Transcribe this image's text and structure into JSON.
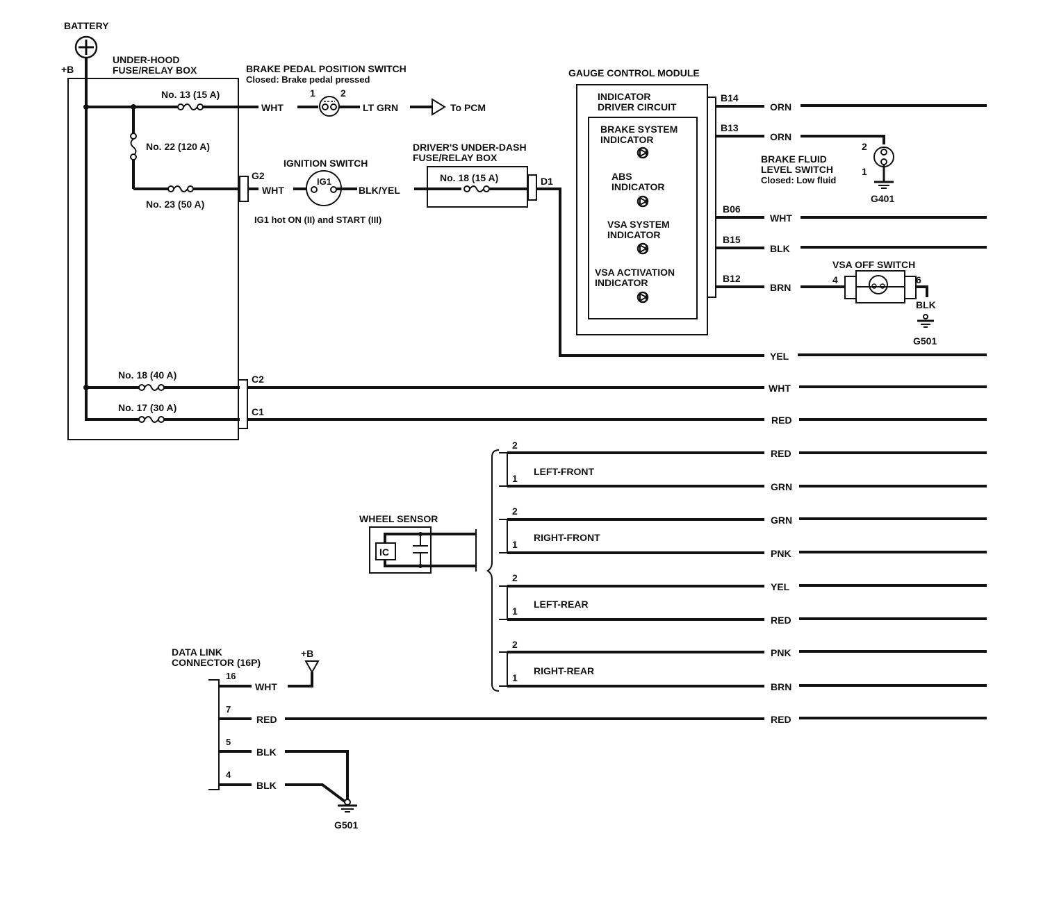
{
  "battery": {
    "label": "BATTERY",
    "plus_b": "+B"
  },
  "underhood_box": {
    "title_line1": "UNDER-HOOD",
    "title_line2": "FUSE/RELAY BOX",
    "fuses": {
      "f13": "No. 13 (15 A)",
      "f22": "No. 22 (120 A)",
      "f23": "No. 23 (50 A)",
      "f18": "No. 18 (40 A)",
      "f17": "No. 17 (30 A)"
    },
    "connectors": {
      "g2": "G2",
      "c2": "C2",
      "c1": "C1"
    }
  },
  "brake_pedal_switch": {
    "title": "BRAKE PEDAL POSITION SWITCH",
    "note": "Closed: Brake pedal pressed",
    "pin1": "1",
    "pin2": "2",
    "wire_in": "WHT",
    "wire_out": "LT GRN",
    "dest": "To PCM"
  },
  "ignition_switch": {
    "title": "IGNITION SWITCH",
    "terminal": "IG1",
    "wire_in": "WHT",
    "wire_out": "BLK/YEL",
    "note": "IG1 hot ON (II) and START (III)"
  },
  "underdash_box": {
    "title_line1": "DRIVER'S UNDER-DASH",
    "title_line2": "FUSE/RELAY BOX",
    "fuse": "No. 18 (15 A)",
    "connector": "D1"
  },
  "gauge_module": {
    "title": "GAUGE CONTROL MODULE",
    "circuit_line1": "INDICATOR",
    "circuit_line2": "DRIVER CIRCUIT",
    "indicators": [
      {
        "line1": "BRAKE SYSTEM",
        "line2": "INDICATOR"
      },
      {
        "line1": "ABS",
        "line2": "INDICATOR"
      },
      {
        "line1": "VSA SYSTEM",
        "line2": "INDICATOR"
      },
      {
        "line1": "VSA ACTIVATION",
        "line2": "INDICATOR"
      }
    ],
    "pins": [
      {
        "pin": "B14",
        "wire": "ORN"
      },
      {
        "pin": "B13",
        "wire": "ORN"
      },
      {
        "pin": "B06",
        "wire": "WHT"
      },
      {
        "pin": "B15",
        "wire": "BLK"
      },
      {
        "pin": "B12",
        "wire": "BRN"
      }
    ]
  },
  "brake_fluid_switch": {
    "line1": "BRAKE FLUID",
    "line2": "LEVEL SWITCH",
    "note": "Closed: Low fluid",
    "pin2": "2",
    "pin1": "1",
    "ground": "G401"
  },
  "vsa_off_switch": {
    "title": "VSA OFF SWITCH",
    "pin4": "4",
    "pin6": "6",
    "wire": "BLK",
    "ground": "G501"
  },
  "trunk_wires": {
    "d1": "YEL",
    "c2": "WHT",
    "c1": "RED"
  },
  "wheel_sensor": {
    "title": "WHEEL SENSOR",
    "ic": "IC",
    "sensors": [
      {
        "name": "LEFT-FRONT",
        "pin2": "2",
        "pin1": "1",
        "wire2": "RED",
        "wire1": "GRN"
      },
      {
        "name": "RIGHT-FRONT",
        "pin2": "2",
        "pin1": "1",
        "wire2": "GRN",
        "wire1": "PNK"
      },
      {
        "name": "LEFT-REAR",
        "pin2": "2",
        "pin1": "1",
        "wire2": "YEL",
        "wire1": "RED"
      },
      {
        "name": "RIGHT-REAR",
        "pin2": "2",
        "pin1": "1",
        "wire2": "PNK",
        "wire1": "BRN"
      }
    ]
  },
  "dlc": {
    "line1": "DATA LINK",
    "line2": "CONNECTOR (16P)",
    "plus_b": "+B",
    "pins": [
      {
        "pin": "16",
        "wire": "WHT"
      },
      {
        "pin": "7",
        "wire": "RED"
      },
      {
        "pin": "5",
        "wire": "BLK"
      },
      {
        "pin": "4",
        "wire": "BLK"
      }
    ],
    "far_wire": "RED",
    "ground": "G501"
  }
}
